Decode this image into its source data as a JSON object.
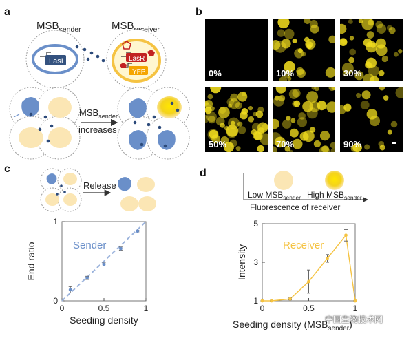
{
  "panels": {
    "a": {
      "label": "a",
      "sender_title_main": "MSB",
      "sender_title_sub": "sender",
      "receiver_title_main": "MSB",
      "receiver_title_sub": "receiver",
      "lasi_label": "LasI",
      "lasr_label": "LasR",
      "yfp_label": "YFP",
      "arrow_text_main": "MSB",
      "arrow_text_sub": "sender",
      "arrow_text_line2": "increases"
    },
    "b": {
      "label": "b",
      "tiles": [
        {
          "label": "0%",
          "level": 0.0
        },
        {
          "label": "10%",
          "level": 0.45
        },
        {
          "label": "30%",
          "level": 0.6
        },
        {
          "label": "50%",
          "level": 0.95
        },
        {
          "label": "70%",
          "level": 0.75
        },
        {
          "label": "90%",
          "level": 0.3
        }
      ]
    },
    "c": {
      "label": "c",
      "release_label": "Release",
      "series_label": "Sender",
      "ylabel": "End ratio",
      "xlabel": "Seeding density"
    },
    "d": {
      "label": "d",
      "low_main": "Low MSB",
      "low_sub": "sender",
      "high_main": "High MSB",
      "high_sub": "sender",
      "axis_caption": "Fluorescence of receiver",
      "series_label": "Receiver",
      "ylabel": "Intensity",
      "xlabel_main": "Seeding density (MSB",
      "xlabel_sub": "sender",
      "xlabel_end": ")"
    }
  },
  "watermark": "中国生物技术网",
  "colors": {
    "sender_blue": "#6a8fc9",
    "receiver_yellow": "#f5c342",
    "cell_cream": "#fbe6b4",
    "dot_navy": "#2c4a7a",
    "receptor_red": "#c22222"
  },
  "chart_data": [
    {
      "type": "line",
      "panel": "c",
      "xlabel": "Seeding density",
      "ylabel": "End ratio",
      "xlim": [
        0,
        1
      ],
      "ylim": [
        0,
        1
      ],
      "xticks": [
        0,
        0.5,
        1
      ],
      "yticks": [
        0,
        1
      ],
      "xtick_labels": [
        "0",
        "0.5",
        "1"
      ],
      "ytick_labels": [
        "0",
        "1"
      ],
      "diagonal": true,
      "series": [
        {
          "name": "Sender",
          "x": [
            0.1,
            0.3,
            0.5,
            0.7,
            0.9
          ],
          "y": [
            0.14,
            0.29,
            0.46,
            0.66,
            0.88
          ],
          "err": [
            0.04,
            0.02,
            0.02,
            0.02,
            0.01
          ],
          "color": "#6a8fc9"
        }
      ]
    },
    {
      "type": "line",
      "panel": "d",
      "xlabel": "Seeding density (MSB sender)",
      "ylabel": "Intensity",
      "xlim": [
        0,
        1
      ],
      "ylim": [
        1,
        5
      ],
      "xticks": [
        0,
        0.5,
        1
      ],
      "yticks": [
        1,
        3,
        5
      ],
      "xtick_labels": [
        "0",
        "0.5",
        "1"
      ],
      "ytick_labels": [
        "1",
        "3",
        "5"
      ],
      "series": [
        {
          "name": "Receiver",
          "x": [
            0,
            0.1,
            0.3,
            0.5,
            0.7,
            0.9,
            1.0
          ],
          "y": [
            1.0,
            1.0,
            1.1,
            2.0,
            3.2,
            4.4,
            1.0
          ],
          "err": [
            0.02,
            0.03,
            0.05,
            0.6,
            0.2,
            0.3,
            0.02
          ],
          "color": "#f5c342"
        }
      ]
    }
  ]
}
